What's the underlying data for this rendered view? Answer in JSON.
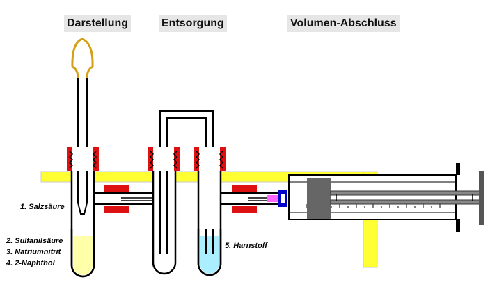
{
  "headers": {
    "darstellung": "Darstellung",
    "entsorgung": "Entsorgung",
    "volumen": "Volumen-Abschluss"
  },
  "labels": {
    "salzsaeure": "1. Salzsäure",
    "sulfanilsaeure": "2. Sulfanilsäure",
    "natriumnitrit": "3. Natriumnitrit",
    "naphthol": "4. 2-Naphthol",
    "harnstoff": "5. Harnstoff"
  },
  "colors": {
    "rail": "#ffff33",
    "stopper": "#dd1111",
    "bulb": "#d4a017",
    "reaction_liquid": "#ffffaa",
    "urea_liquid": "#aaeeff",
    "clamp": "#0000cc",
    "connector": "#ff66ff",
    "piston": "#666666"
  }
}
